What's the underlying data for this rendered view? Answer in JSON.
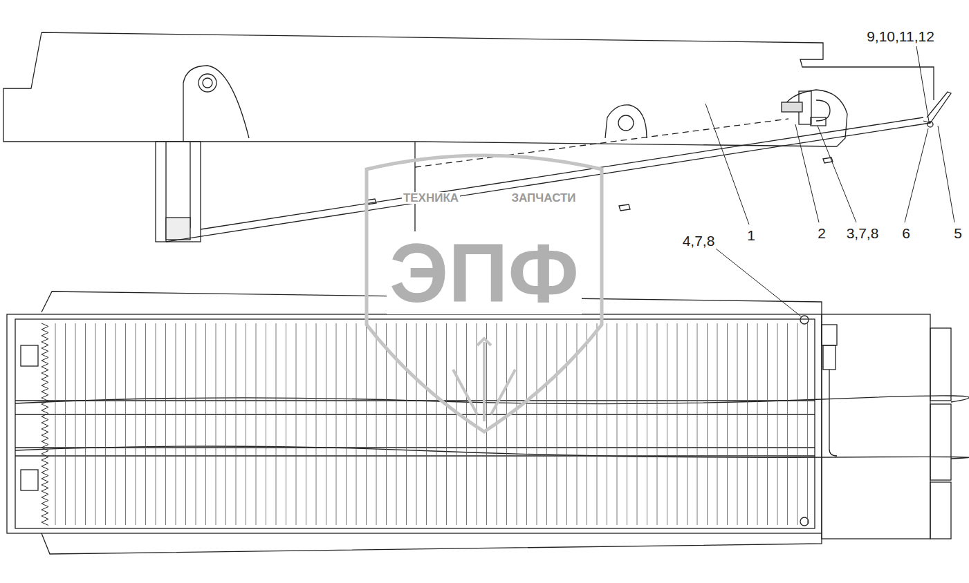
{
  "diagram": {
    "labels": [
      "9,10,11,12",
      "1",
      "2",
      "3,7,8",
      "6",
      "5",
      "4,7,8",
      "ТЕХНИКА",
      "ЗАПЧАСТИ",
      "ЭПФ"
    ]
  }
}
